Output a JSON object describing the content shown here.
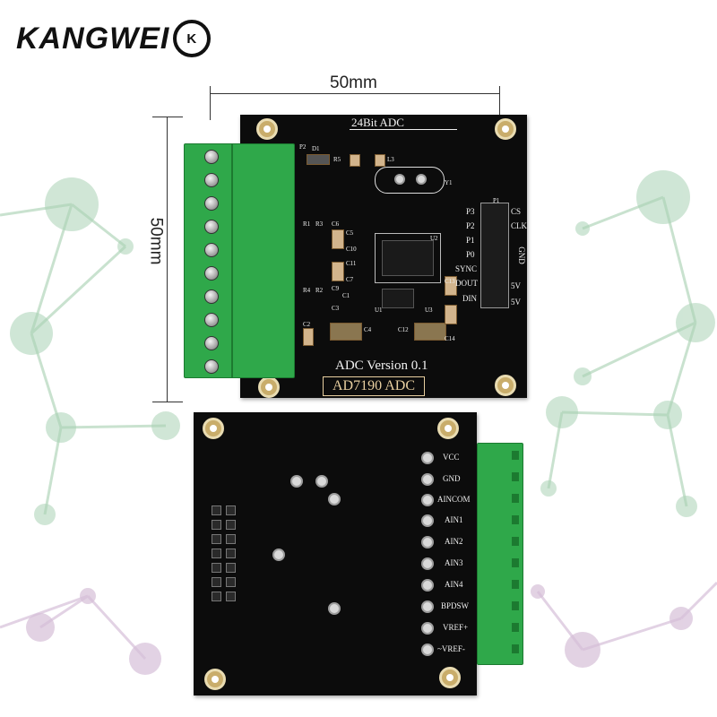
{
  "logo": {
    "brand": "KANGWEI",
    "badge": "K"
  },
  "dimensions": {
    "width_label": "50mm",
    "height_label": "50mm"
  },
  "front_board": {
    "heading": "24Bit ADC",
    "version": "ADC Version 0.1",
    "model": "AD7190 ADC",
    "header_labels": [
      "P3",
      "P2",
      "P1",
      "P0",
      "SYNC",
      "DOUT",
      "DIN"
    ],
    "right_labels": [
      "CS",
      "CLK",
      "GND",
      "5V",
      "5V"
    ],
    "component_labels": [
      "P2",
      "D1",
      "R5",
      "L3",
      "Y1",
      "R1",
      "R3",
      "C6",
      "C5",
      "C10",
      "C11",
      "C7",
      "C9",
      "U2",
      "R4",
      "R2",
      "C13",
      "C14",
      "C1",
      "C2",
      "C3",
      "C4",
      "C12",
      "U3",
      "U1",
      "P1"
    ]
  },
  "back_board": {
    "pins": [
      "VCC",
      "GND",
      "AINCOM",
      "AIN1",
      "AIN2",
      "AIN3",
      "AIN4",
      "BPDSW",
      "VREF+",
      "~VREF-"
    ]
  },
  "colors": {
    "terminal": "#2fa84a",
    "board": "#0c0c0c",
    "network_green": "#a9d2b5",
    "network_purple": "#d6bfd8"
  }
}
